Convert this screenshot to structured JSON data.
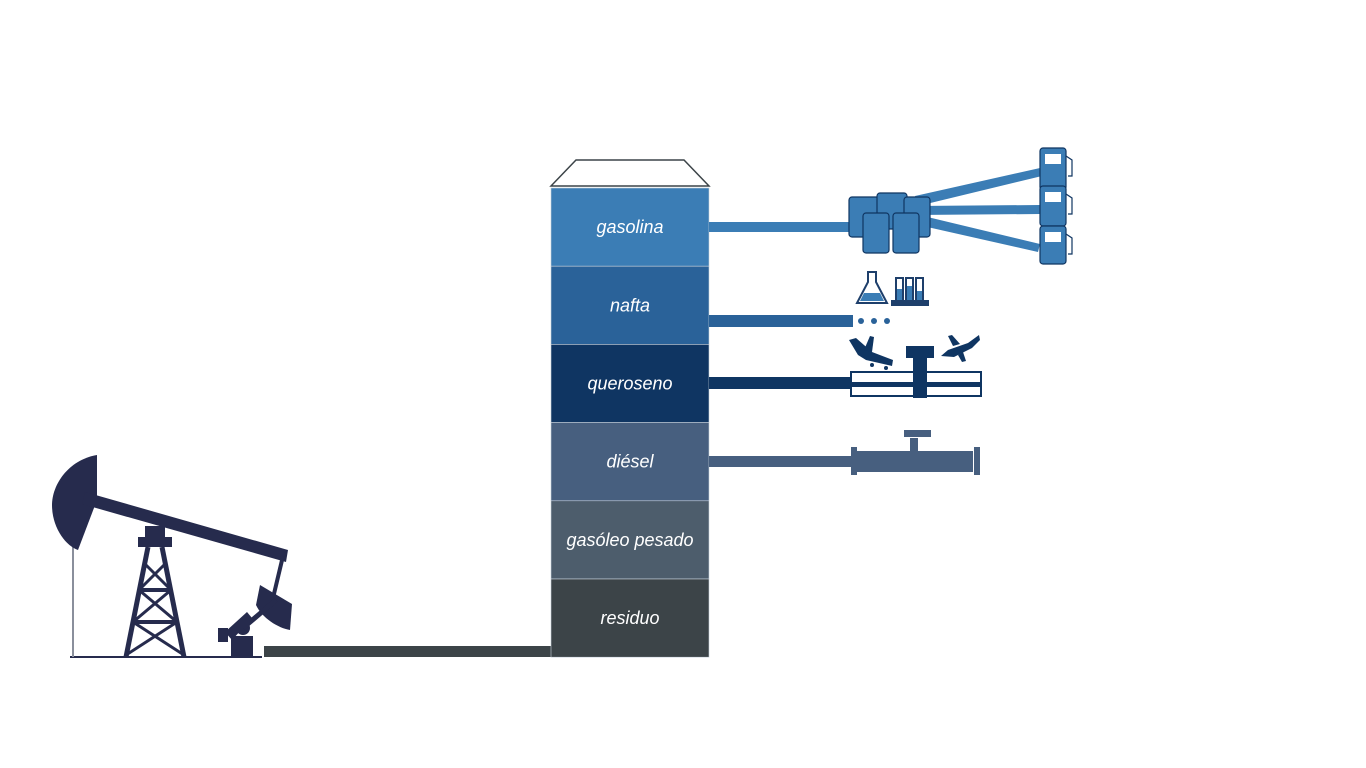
{
  "colors": {
    "silhouette": "#262b4d",
    "background": "#ffffff"
  },
  "column": {
    "fractions": [
      {
        "id": "gasolina",
        "label": "gasolina",
        "color": "#3b7db5"
      },
      {
        "id": "nafta",
        "label": "nafta",
        "color": "#2a6299"
      },
      {
        "id": "queroseno",
        "label": "queroseno",
        "color": "#0f3562"
      },
      {
        "id": "diesel",
        "label": "diésel",
        "color": "#475f7f"
      },
      {
        "id": "gasoleo-pesado",
        "label": "gasóleo pesado",
        "color": "#4d5d6c"
      },
      {
        "id": "residuo",
        "label": "residuo",
        "color": "#3c4448"
      }
    ]
  },
  "icons": [
    "pumpjack-icon",
    "fuel-pump-icon",
    "chemistry-flask-icon",
    "test-tubes-icon",
    "airplane-landing-icon",
    "control-tower-icon",
    "airplane-takeoff-icon",
    "pipeline-valve-icon"
  ]
}
